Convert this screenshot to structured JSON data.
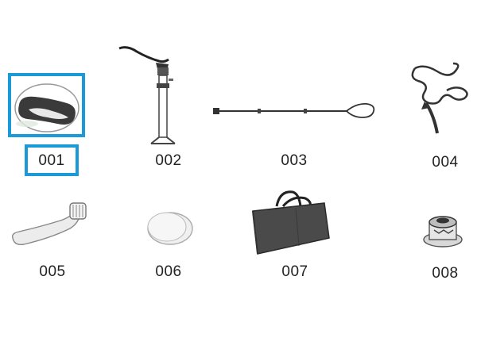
{
  "parts": [
    {
      "code": "001",
      "icon": "board-bag-icon"
    },
    {
      "code": "002",
      "icon": "hand-pump-icon"
    },
    {
      "code": "003",
      "icon": "paddle-icon"
    },
    {
      "code": "004",
      "icon": "leash-icon"
    },
    {
      "code": "005",
      "icon": "valve-wrench-icon"
    },
    {
      "code": "006",
      "icon": "repair-patch-icon"
    },
    {
      "code": "007",
      "icon": "carry-bag-icon"
    },
    {
      "code": "008",
      "icon": "valve-icon"
    }
  ],
  "highlight": {
    "color": "#1a9ad6",
    "selected_code": "001"
  }
}
